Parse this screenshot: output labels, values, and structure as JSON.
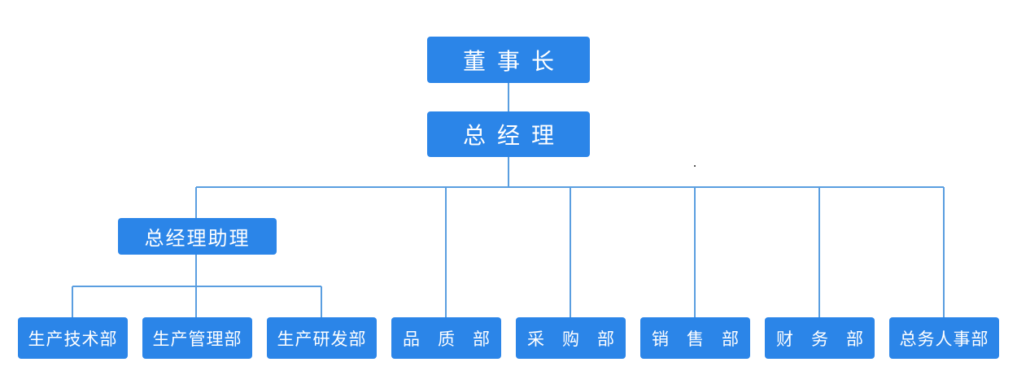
{
  "chart": {
    "chairman": "董事长",
    "general_manager": "总经理",
    "assistant": "总经理助理",
    "assistant_departments": [
      "生产技术部",
      "生产管理部",
      "生产研发部"
    ],
    "departments": [
      "品质部",
      "采购部",
      "销售部",
      "财务部",
      "总务人事部"
    ]
  },
  "colors": {
    "node_fill": "#2b85e8",
    "node_text": "#ffffff",
    "connector": "#5a9ee0"
  }
}
